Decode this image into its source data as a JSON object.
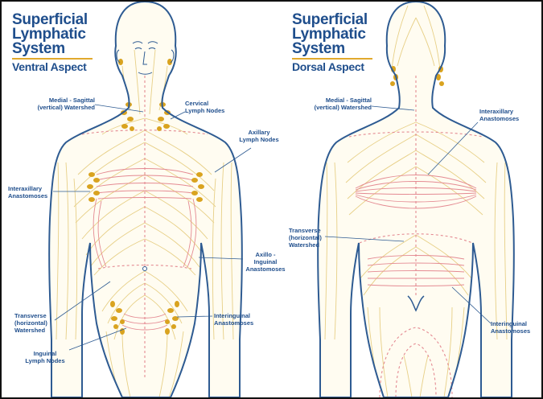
{
  "ventral": {
    "title_lines": [
      "Superficial",
      "Lymphatic",
      "System"
    ],
    "subtitle": "Ventral Aspect",
    "labels": {
      "medial": [
        "Medial - Sagittal",
        "(vertical) Watershed"
      ],
      "cervical": [
        "Cervical",
        "Lymph Nodes"
      ],
      "axillary": [
        "Axillary",
        "Lymph Nodes"
      ],
      "interaxillary": [
        "Interaxillary",
        "Anastomoses"
      ],
      "axillo_inguinal": [
        "Axillo -",
        "Inguinal",
        "Anastomoses"
      ],
      "transverse": [
        "Transverse",
        "(horizontal)",
        "Watershed"
      ],
      "interinguinal": [
        "Interinguinal",
        "Anastomoses"
      ],
      "inguinal": [
        "Inguinal",
        "Lymph Nodes"
      ]
    }
  },
  "dorsal": {
    "title_lines": [
      "Superficial",
      "Lymphatic",
      "System"
    ],
    "subtitle": "Dorsal Aspect",
    "labels": {
      "medial": [
        "Medial - Sagittal",
        "(vertical) Watershed"
      ],
      "interaxillary": [
        "Interaxillary",
        "Anastomoses"
      ],
      "transverse": [
        "Transverse",
        "(horizontal)",
        "Watershed"
      ],
      "interinguinal": [
        "Interinguinal",
        "Anastomoses"
      ]
    }
  },
  "colors": {
    "outline": "#2e5b92",
    "vessel": "#e7cf86",
    "anastomosis": "#e48a92",
    "node": "#d9a31f",
    "label": "#1f4e8c",
    "title_rule": "#e1a92d"
  }
}
